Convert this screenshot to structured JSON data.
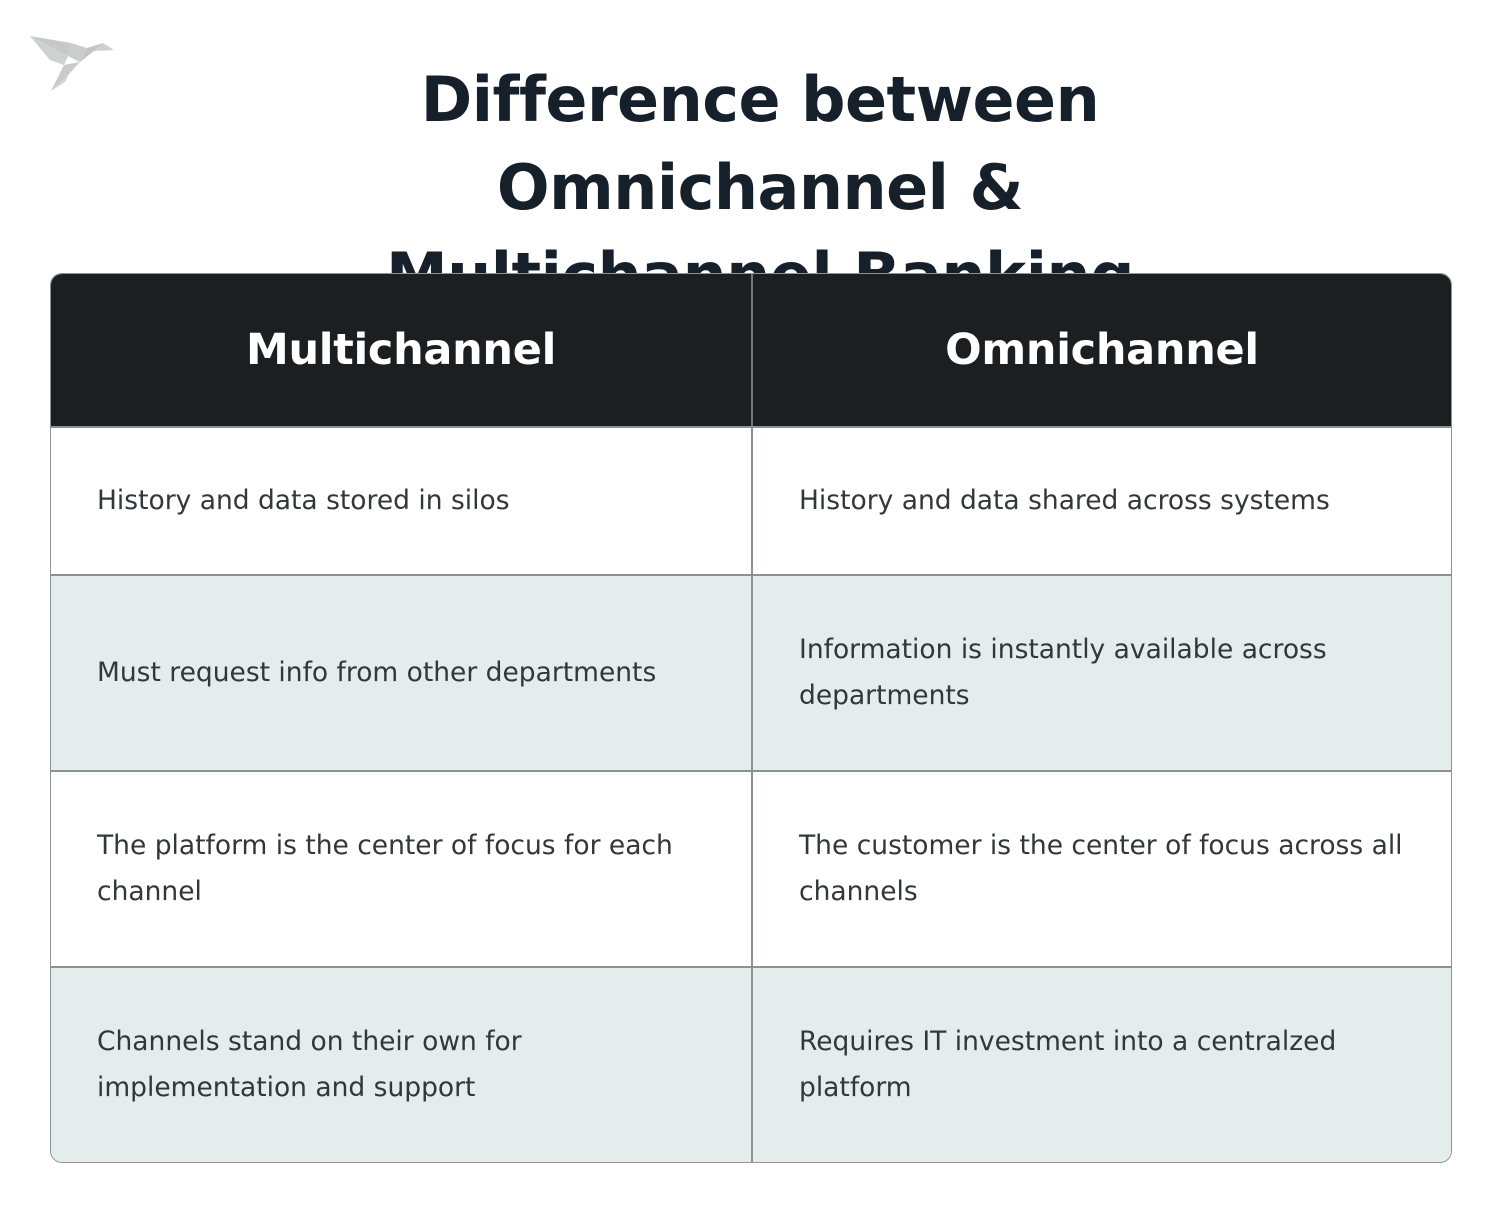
{
  "logo": {
    "name": "origami-bird-logo",
    "color": "#c9cbcb"
  },
  "header": {
    "title_line1": "Difference between Omnichannel &",
    "title_line2": "Multichannel Banking",
    "title_color": "#16202b"
  },
  "table": {
    "columns": [
      "Multichannel",
      "Omnichannel"
    ],
    "header_bg": "#1c1f21",
    "header_text_color": "#ffffff",
    "shaded_row_bg": "#e5ecec",
    "border_color": "#8a9294",
    "body_text_color": "#31373a",
    "rows": [
      {
        "shaded": false,
        "multichannel": "History and data stored in silos",
        "omnichannel": "History and data shared across systems"
      },
      {
        "shaded": true,
        "multichannel": "Must request info from other departments",
        "omnichannel": "Information is instantly available across departments"
      },
      {
        "shaded": false,
        "multichannel": "The platform is the center of focus for each channel",
        "omnichannel": "The customer is the center of focus across all channels"
      },
      {
        "shaded": true,
        "multichannel": "Channels stand on their own for implementation and support",
        "omnichannel": "Requires IT investment into a centralzed platform"
      }
    ]
  }
}
